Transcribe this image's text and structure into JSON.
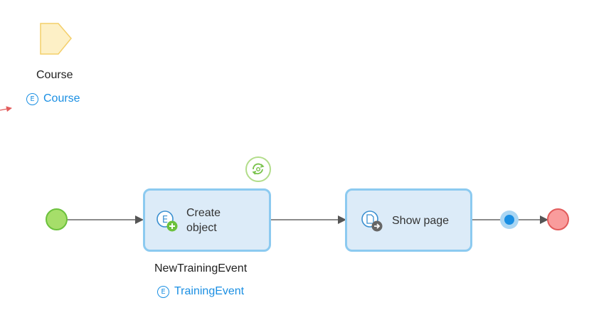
{
  "parameter": {
    "name": "Course",
    "entity": "Course"
  },
  "activities": {
    "create": {
      "label": "Create object",
      "variable": "NewTrainingEvent",
      "entity": "TrainingEvent"
    },
    "show": {
      "label": "Show page"
    }
  },
  "icons": {
    "parameter": "parameter-shape-icon",
    "loop": "loop-icon",
    "create": "create-object-icon",
    "show": "show-page-icon",
    "entity": "entity-icon",
    "entity_glyph": "E"
  },
  "colors": {
    "activity_fill": "#dcebf8",
    "activity_border": "#8ccaf0",
    "start_fill": "#a6de6a",
    "start_border": "#6cc13d",
    "end_fill": "#f99c9c",
    "end_border": "#e25c5c",
    "merge_dot": "#1a8fe3",
    "link": "#1a8fe3",
    "flow_line": "#666666"
  }
}
